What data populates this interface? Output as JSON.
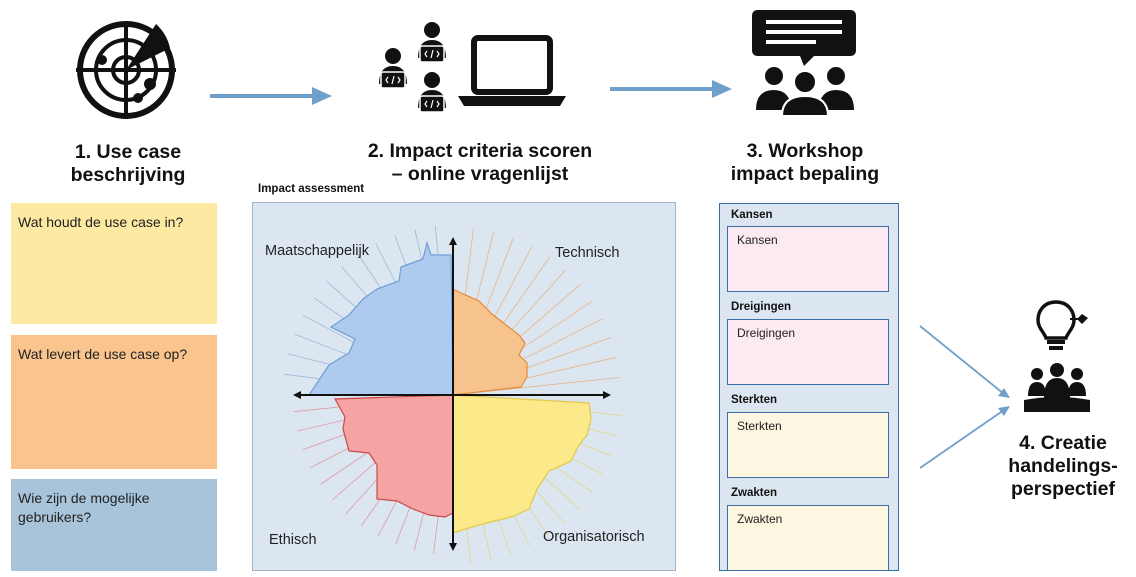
{
  "steps": {
    "step1": {
      "line1": "1. Use case",
      "line2": "beschrijving"
    },
    "step2": {
      "line1": "2. Impact criteria scoren",
      "line2": "– online vragenlijst"
    },
    "step3": {
      "line1": "3. Workshop",
      "line2": "impact bepaling"
    },
    "step4": {
      "line1": "4. Creatie",
      "line2": "handelings-",
      "line3": "perspectief"
    }
  },
  "notes": [
    {
      "text": "Wat houdt de use case in?",
      "color": "#fde9a1"
    },
    {
      "text": "Wat levert de use case op?",
      "color": "#f9c48e"
    },
    {
      "text": "Wie zijn de mogelijke gebruikers?",
      "color": "#a8c4db"
    }
  ],
  "impact": {
    "title": "Impact assessment",
    "quadrants": {
      "top_left": "Maatschappelijk",
      "top_right": "Technisch",
      "bottom_left": "Ethisch",
      "bottom_right": "Organisatorisch"
    },
    "colors": {
      "maatschappelijk": "#aecbef",
      "technisch": "#f7c38d",
      "ethisch": "#f6a3a3",
      "organisatorisch": "#fbe98a",
      "panel": "#dce6f0"
    }
  },
  "swot": [
    {
      "heading": "Kansen",
      "placeholder": "Kansen",
      "color": "#fbeaf1"
    },
    {
      "heading": "Dreigingen",
      "placeholder": "Dreigingen",
      "color": "#fbeaf1"
    },
    {
      "heading": "Sterkten",
      "placeholder": "Sterkten",
      "color": "#fdf6e0"
    },
    {
      "heading": "Zwakten",
      "placeholder": "Zwakten",
      "color": "#fdf6e0"
    }
  ],
  "icons": {
    "step1": "radar-icon",
    "step2": "developers-laptop-icon",
    "step3": "workshop-group-speech-icon",
    "step4": "lightbulb-team-icon"
  },
  "accent_color": "#6fa0cc"
}
